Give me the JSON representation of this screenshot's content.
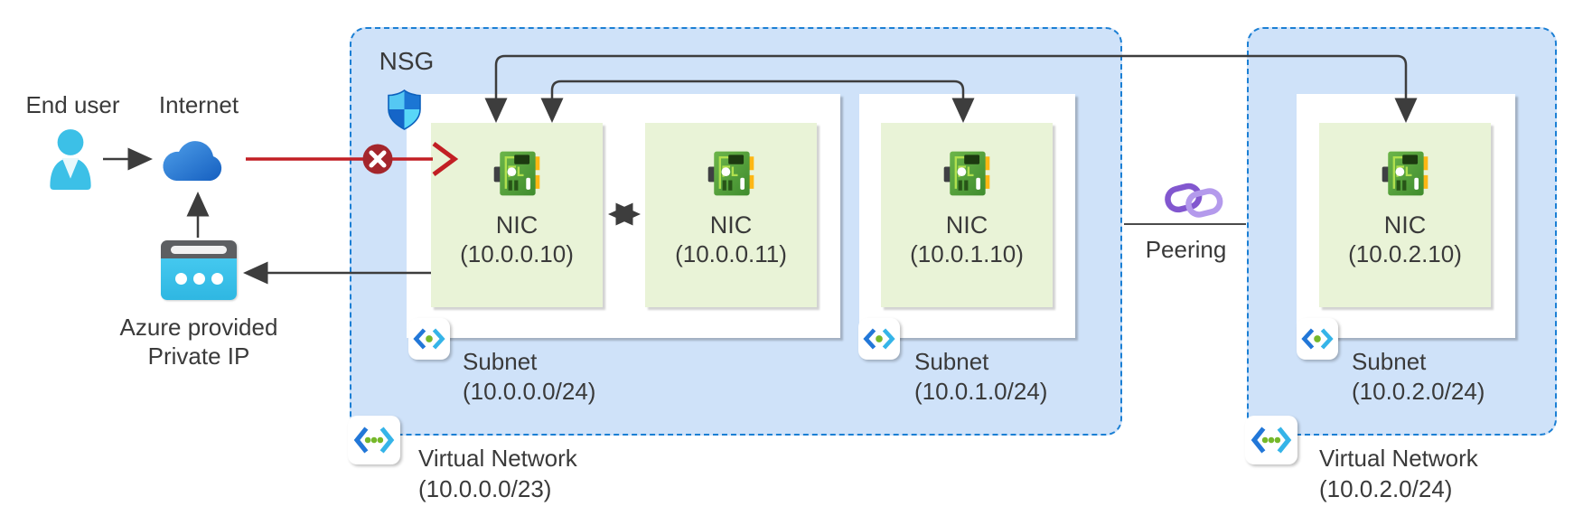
{
  "left_flow": {
    "end_user_label": "End user",
    "internet_label": "Internet",
    "private_ip_label_line1": "Azure provided",
    "private_ip_label_line2": "Private IP"
  },
  "nsg": {
    "label": "NSG"
  },
  "peering": {
    "label": "Peering"
  },
  "vnet1": {
    "label": "Virtual Network",
    "cidr": "(10.0.0.0/23)",
    "subnet1": {
      "label": "Subnet",
      "cidr": "(10.0.0.0/24)",
      "nic1": {
        "name": "NIC",
        "ip": "(10.0.0.10)"
      },
      "nic2": {
        "name": "NIC",
        "ip": "(10.0.0.11)"
      }
    },
    "subnet2": {
      "label": "Subnet",
      "cidr": "(10.0.1.0/24)",
      "nic": {
        "name": "NIC",
        "ip": "(10.0.1.10)"
      }
    }
  },
  "vnet2": {
    "label": "Virtual Network",
    "cidr": "(10.0.2.0/24)",
    "subnet": {
      "label": "Subnet",
      "cidr": "(10.0.2.0/24)",
      "nic": {
        "name": "NIC",
        "ip": "(10.0.2.10)"
      }
    }
  },
  "colors": {
    "vnet_fill": "#cfe2f9",
    "vnet_border": "#1b7fd4",
    "nic_fill": "#e9f3d7",
    "arrow_gray": "#3d3d3d",
    "blocked_red": "#c21f24",
    "blocked_badge_red": "#a4262c",
    "peering_purple_dark": "#8257cf",
    "peering_purple_light": "#b49aec",
    "person_cyan": "#3cc0e7",
    "cloud_blue_light": "#4f9fe9",
    "cloud_blue_dark": "#155fc0"
  }
}
